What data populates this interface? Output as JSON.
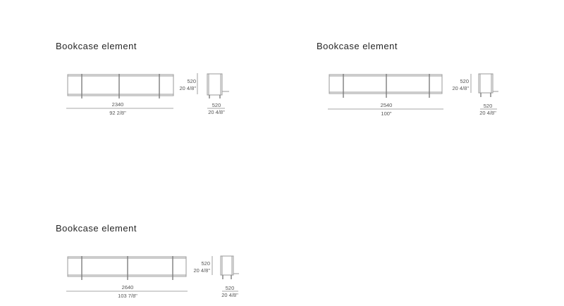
{
  "elements": [
    {
      "title": "Bookcase element",
      "width_mm": "2340",
      "width_in": "92 2/8\"",
      "height_mm": "520",
      "height_in": "20 4/8\"",
      "depth_mm": "520",
      "depth_in": "20 4/8\""
    },
    {
      "title": "Bookcase element",
      "width_mm": "2540",
      "width_in": "100\"",
      "height_mm": "520",
      "height_in": "20 4/8\"",
      "depth_mm": "520",
      "depth_in": "20 4/8\""
    },
    {
      "title": "Bookcase element",
      "width_mm": "2640",
      "width_in": "103 7/8\"",
      "height_mm": "520",
      "height_in": "20 4/8\"",
      "depth_mm": "520",
      "depth_in": "20 4/8\""
    }
  ]
}
